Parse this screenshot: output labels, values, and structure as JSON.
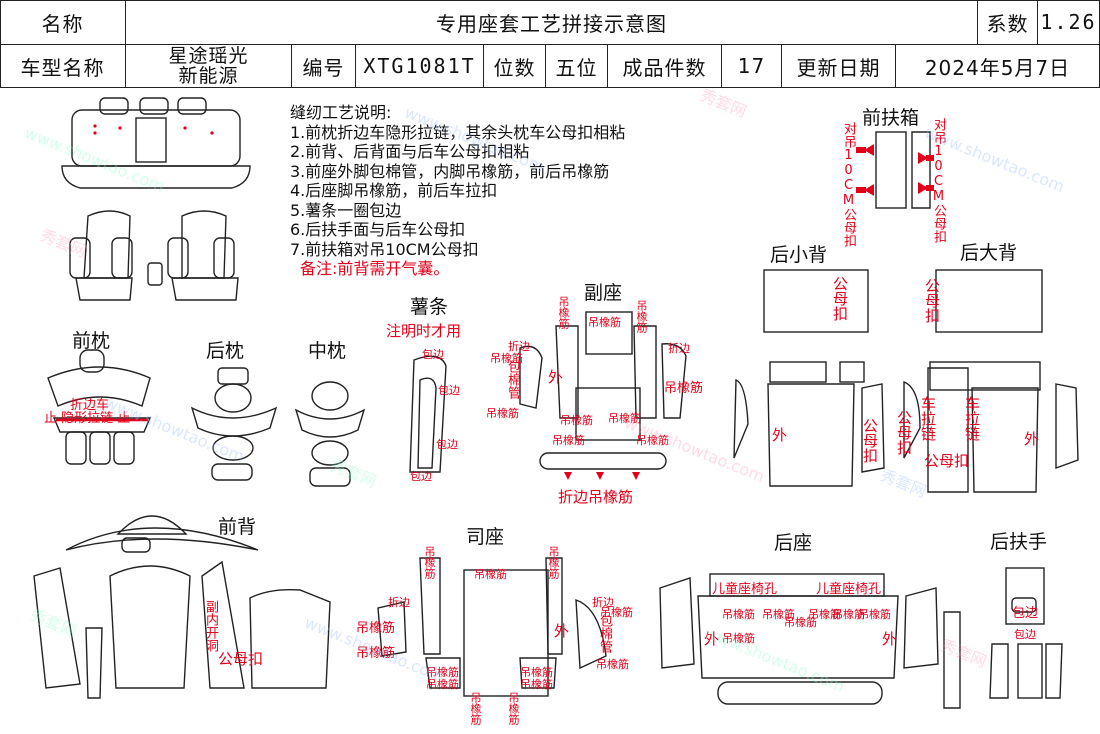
{
  "header": {
    "name_label": "名称",
    "name_value": "专用座套工艺拼接示意图",
    "coef_label": "系数",
    "coef_value": "1.26",
    "model_label": "车型名称",
    "model_line1": "星途瑶光",
    "model_line2": "新能源",
    "code_label": "编号",
    "code_value": "XTG1081T",
    "seats_label": "位数",
    "seats_value": "五位",
    "pieces_label": "成品件数",
    "pieces_value": "17",
    "date_label": "更新日期",
    "date_value": "2024年5月7日"
  },
  "instructions": {
    "title": "缝纫工艺说明:",
    "lines": [
      "1.前枕折边车隐形拉链，其余头枕车公母扣相粘",
      "2.前背、后背面与后车公母扣相粘",
      "3.前座外脚包棉管，内脚吊橡筋，前后吊橡筋",
      "4.后座脚吊橡筋，前后车拉扣",
      "5.薯条一圈包边",
      "6.后扶手面与后车公母扣",
      "7.前扶箱对吊10CM公母扣"
    ],
    "remark": "备注:前背需开气囊。"
  },
  "sections": {
    "front_armbox": "前扶箱",
    "rear_small_back": "后小背",
    "rear_big_back": "后大背",
    "front_headrest": "前枕",
    "rear_headrest": "后枕",
    "mid_headrest": "中枕",
    "fries": "薯条",
    "passenger_seat": "副座",
    "front_back": "前背",
    "driver_seat": "司座",
    "rear_seat": "后座",
    "rear_armrest": "后扶手"
  },
  "annotations": {
    "armbox_left": "对吊10CM公母扣",
    "armbox_right": "对吊10CM公母扣",
    "headrest_fold": "折边车",
    "headrest_zip": "止 隐形拉链 止",
    "fries_note": "注明时才用",
    "wrap_edge": "包边",
    "hang_elastic": "吊橡筋",
    "fold_edge": "折边",
    "cotton_tube": "包棉管",
    "outer": "外",
    "fold_hang_elastic": "折边吊橡筋",
    "male_female": "公母扣",
    "vertical_male_female": "公母扣",
    "zip_vertical": "车拉链",
    "airbag_hole": "副内开洞",
    "child_seat_hole": "儿童座椅孔"
  },
  "watermark": {
    "site": "www.showtao.com",
    "brand": "秀套网"
  }
}
